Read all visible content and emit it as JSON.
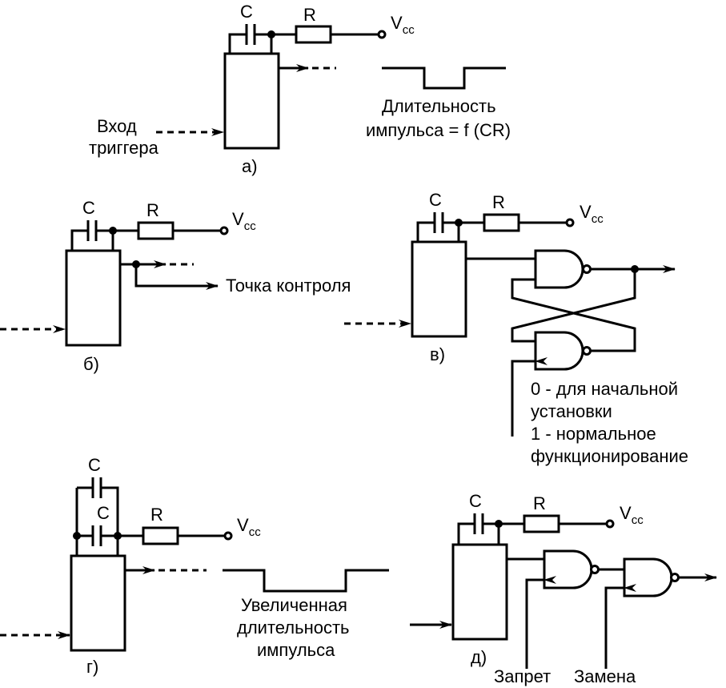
{
  "components": {
    "capacitor": "C",
    "resistor": "R",
    "supply": "V",
    "supply_sub": "cc"
  },
  "circuit_a": {
    "caption": "а)",
    "input_label_line1": "Вход",
    "input_label_line2": "триггера",
    "pulse_label_line1": "Длительность",
    "pulse_label_line2": "импульса = f (CR)"
  },
  "circuit_b": {
    "caption": "б)",
    "test_point_label": "Точка контроля"
  },
  "circuit_v": {
    "caption": "в)",
    "reset_note_line1": "0 - для начальной",
    "reset_note_line2": "установки",
    "reset_note_line3": "1 - нормальное",
    "reset_note_line4": "функционирование"
  },
  "circuit_g": {
    "caption": "г)",
    "pulse_label_line1": "Увеличенная",
    "pulse_label_line2": "длительность",
    "pulse_label_line3": "импульса"
  },
  "circuit_d": {
    "caption": "д)",
    "inhibit_label": "Запрет",
    "replace_label": "Замена"
  }
}
